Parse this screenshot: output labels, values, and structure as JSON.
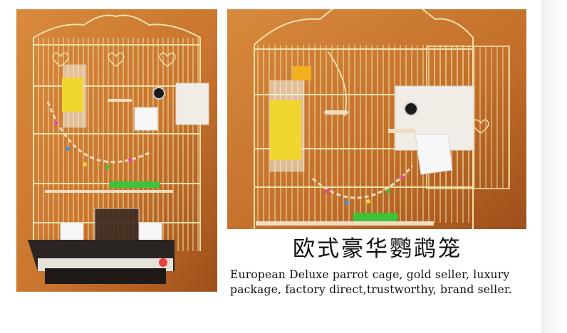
{
  "product": {
    "title_cn": "欧式豪华鹦鹉笼",
    "description_lines": [
      "European Deluxe parrot cage, gold seller, luxury",
      "package, factory direct,trustworthy, brand seller."
    ]
  },
  "photos": [
    {
      "view": "front",
      "subject": "gold-wire-parrot-cage"
    },
    {
      "view": "side-door-open",
      "subject": "gold-wire-parrot-cage"
    }
  ],
  "colors": {
    "backdrop": "#c9752e",
    "backdrop_dark": "#9d4f1a",
    "wire_gold": "#efe0a8",
    "base_black": "#2a2422",
    "perch_green": "#3ec23a",
    "feeder_yellow": "#f2d630",
    "text": "#111111"
  }
}
